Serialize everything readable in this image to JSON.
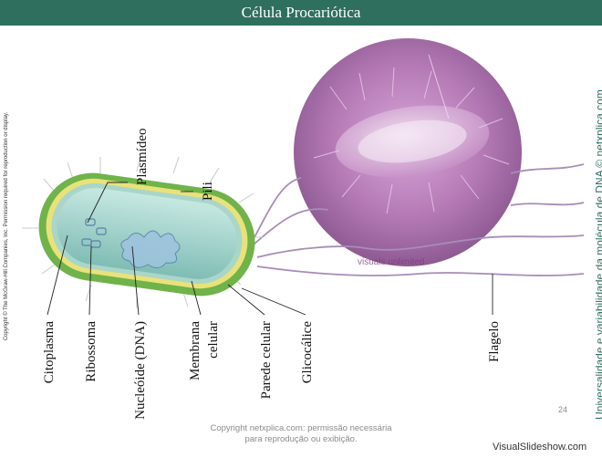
{
  "title": "Célula Procariótica",
  "copyright_left": "Copyright © The McGraw-Hill Companies, Inc. Permission required for reproduction or display.",
  "side_text": "Universalidade e variabilidade da molécula de DNA © netxplica.com",
  "footer_copyright": "Copyright netxplica.com: permissão necessária para reprodução ou exibição.",
  "page_number": "24",
  "watermark": "VisualSlideshow.com",
  "micrograph_text": "visuals unlimited",
  "labels": {
    "plasmideo": "Plasmídeo",
    "pili": "Pili",
    "citoplasma": "Citoplasma",
    "ribossoma": "Ribossoma",
    "nucleoide": "Nucleóide (DNA)",
    "membrana_1": "Membrana",
    "membrana_2": "celular",
    "parede": "Parede celular",
    "glicocalice": "Glicocálice",
    "flagelo": "Flagelo"
  },
  "colors": {
    "title_bar": "#2f6f5e",
    "side_text": "#2f6f5e",
    "capsule": "#6fb34a",
    "wall": "#e9e27a",
    "membrane": "#a9d6c8",
    "cytoplasm": "#8fc9c2",
    "micrograph": "#b57ab5"
  }
}
